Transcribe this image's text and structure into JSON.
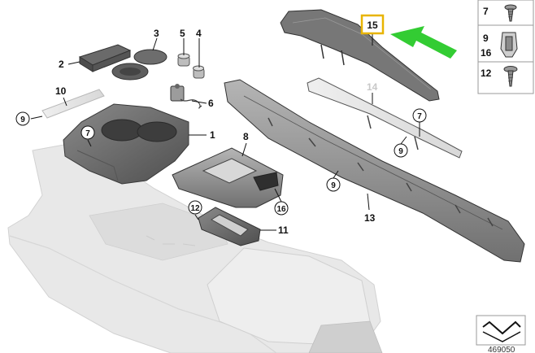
{
  "labels": {
    "p1": "1",
    "p2": "2",
    "p3": "3",
    "p4": "4",
    "p5": "5",
    "p6": "6",
    "p7": "7",
    "p8": "8",
    "p9": "9",
    "p10": "10",
    "p11": "11",
    "p12": "12",
    "p13": "13",
    "p14": "14",
    "p15": "15",
    "p16": "16"
  },
  "legend": [
    {
      "label": "7"
    },
    {
      "label": "9",
      "label2": "16"
    },
    {
      "label": "12"
    }
  ],
  "reference_number": "469050",
  "colors": {
    "highlight": "#e8b400",
    "arrow": "#33cc33",
    "console": "#e6e6e6",
    "part_dark": "#6a6a6a"
  }
}
